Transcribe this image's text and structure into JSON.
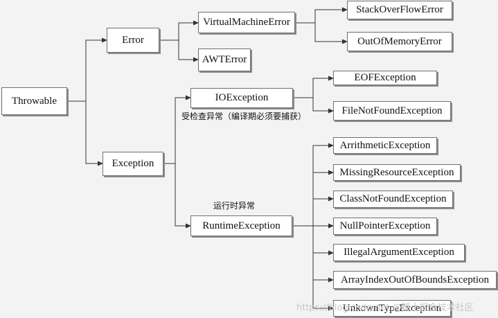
{
  "nodes": {
    "throwable": "Throwable",
    "error": "Error",
    "exception": "Exception",
    "virtual_machine_error": "VirtualMachineError",
    "awt_error": "AWTError",
    "stack_overflow_error": "StackOverFlowError",
    "out_of_memory_error": "OutOfMemoryError",
    "io_exception": "IOException",
    "eof_exception": "EOFException",
    "file_not_found_exception": "FileNotFoundException",
    "runtime_exception": "RuntimeException",
    "arithmetic_exception": "ArrithmeticException",
    "missing_resource_exception": "MissingResourceException",
    "class_not_found_exception": "ClassNotFoundException",
    "null_pointer_exception": "NullPointerException",
    "illegal_argument_exception": "IllegalArgumentException",
    "array_index_out_of_bounds_exception": "ArrayIndexOutOfBoundsException",
    "unknown_type_exception": "UnkownTypeException"
  },
  "notes": {
    "checked": "受检查异常（编译期必须要捕获）",
    "runtime": "运行时异常"
  },
  "watermark": "https://blog.csdn.net  @稀土掘金技术社区"
}
